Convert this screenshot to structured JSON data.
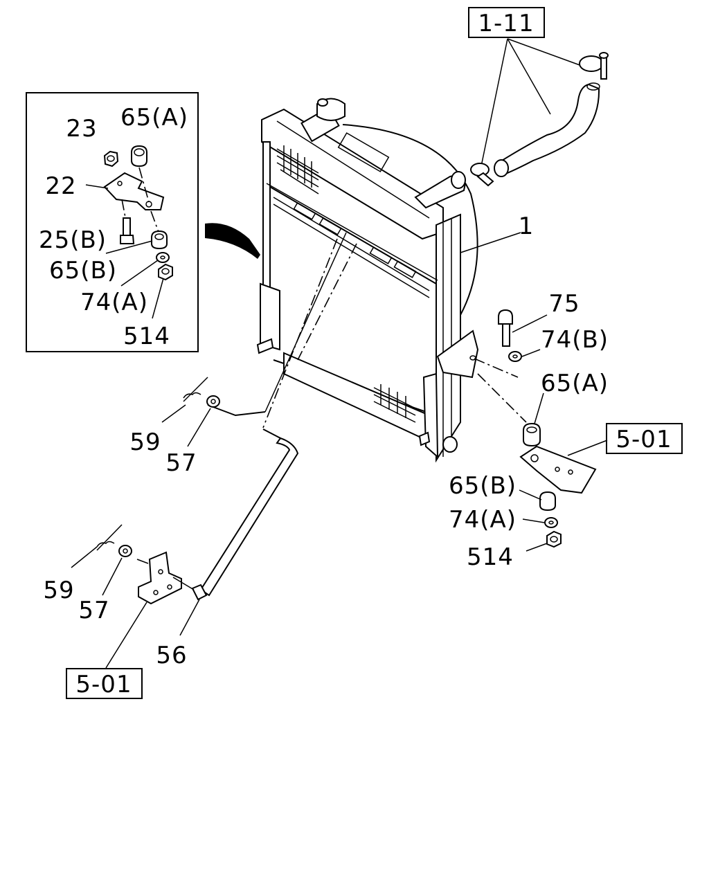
{
  "refs": {
    "top": "1-11",
    "right": "5-01",
    "bottom": "5-01"
  },
  "inset": {
    "p23": "23",
    "p65a": "65(A)",
    "p22": "22",
    "p25b": "25(B)",
    "p65b": "65(B)",
    "p74a": "74(A)",
    "p514": "514"
  },
  "main": {
    "p1": "1",
    "p75": "75",
    "p74b": "74(B)",
    "p65a": "65(A)",
    "p65b": "65(B)",
    "p74a": "74(A)",
    "p514": "514",
    "p59a": "59",
    "p57a": "57",
    "p59b": "59",
    "p57b": "57",
    "p56": "56"
  }
}
